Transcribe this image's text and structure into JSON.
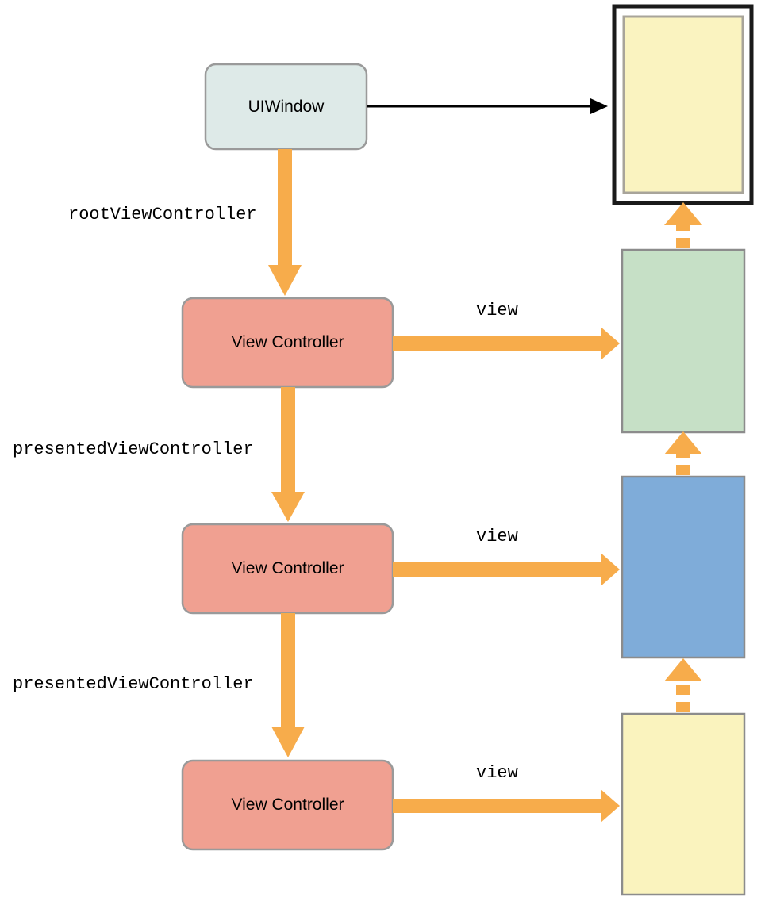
{
  "diagram": {
    "title": "UIWindow / View Controller presentation hierarchy",
    "colors": {
      "orange": "#F7AC4B",
      "salmon": "#F0A091",
      "salmon_stroke": "#9A9A9A",
      "window_fill": "#DEEAE8",
      "window_stroke": "#9A9A9A",
      "screen_outer_stroke": "#1A1A1A",
      "screen_fill": "#FAF3C0",
      "rect_stroke": "#8C8C8C",
      "green_fill": "#C6E0C6",
      "blue_fill": "#7FACD9",
      "yellow_fill": "#FAF3BE",
      "black": "#000000",
      "background": "#FFFFFF"
    },
    "nodes": {
      "uiwindow": {
        "label": "UIWindow",
        "shape": "rounded-rect",
        "fill": "#DEEAE8"
      },
      "view_controller_1": {
        "label": "View Controller",
        "shape": "rounded-rect",
        "fill": "#F0A091"
      },
      "view_controller_2": {
        "label": "View Controller",
        "shape": "rounded-rect",
        "fill": "#F0A091"
      },
      "view_controller_3": {
        "label": "View Controller",
        "shape": "rounded-rect",
        "fill": "#F0A091"
      },
      "device_screen": {
        "label": "",
        "shape": "screen-frame",
        "fill": "#FAF3C0"
      },
      "view_green": {
        "label": "",
        "shape": "rect",
        "fill": "#C6E0C6"
      },
      "view_blue": {
        "label": "",
        "shape": "rect",
        "fill": "#7FACD9"
      },
      "view_yellow": {
        "label": "",
        "shape": "rect",
        "fill": "#FAF3BE"
      }
    },
    "edges": [
      {
        "id": "window-to-screen",
        "label": "",
        "style": "solid-thin-black",
        "from": "uiwindow",
        "to": "device_screen"
      },
      {
        "id": "root-view-controller",
        "label": "rootViewController",
        "style": "thick-orange",
        "from": "uiwindow",
        "to": "view_controller_1"
      },
      {
        "id": "vc1-view",
        "label": "view",
        "style": "thick-orange",
        "from": "view_controller_1",
        "to": "view_green"
      },
      {
        "id": "presented-view-controller-1",
        "label": "presentedViewController",
        "style": "thick-orange",
        "from": "view_controller_1",
        "to": "view_controller_2"
      },
      {
        "id": "vc2-view",
        "label": "view",
        "style": "thick-orange",
        "from": "view_controller_2",
        "to": "view_blue"
      },
      {
        "id": "presented-view-controller-2",
        "label": "presentedViewController",
        "style": "thick-orange",
        "from": "view_controller_2",
        "to": "view_controller_3"
      },
      {
        "id": "vc3-view",
        "label": "view",
        "style": "thick-orange",
        "from": "view_controller_3",
        "to": "view_yellow"
      },
      {
        "id": "green-to-screen",
        "label": "",
        "style": "dashed-orange-up",
        "from": "view_green",
        "to": "device_screen"
      },
      {
        "id": "blue-to-green",
        "label": "",
        "style": "dashed-orange-up",
        "from": "view_blue",
        "to": "view_green"
      },
      {
        "id": "yellow-to-blue",
        "label": "",
        "style": "dashed-orange-up",
        "from": "view_yellow",
        "to": "view_blue"
      }
    ],
    "labels": {
      "root_view_controller": "rootViewController",
      "presented_view_controller_1": "presentedViewController",
      "presented_view_controller_2": "presentedViewController",
      "view_1": "view",
      "view_2": "view",
      "view_3": "view",
      "uiwindow": "UIWindow",
      "vc_1": "View Controller",
      "vc_2": "View Controller",
      "vc_3": "View Controller"
    }
  }
}
